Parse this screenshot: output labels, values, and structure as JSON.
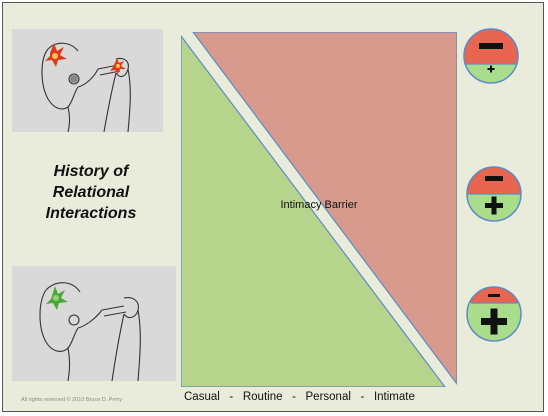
{
  "title": "History of\nRelational\nInteractions",
  "diagram": {
    "barrier_label": "Intimacy Barrier",
    "axis_labels": [
      "Casual",
      "Routine",
      "Personal",
      "Intimate"
    ],
    "axis_separator": "-"
  },
  "copyright": "All rights reserved © 2010 Bruce D. Perry",
  "colors": {
    "background": "#e9ecdb",
    "barrier_red": "#d99a8e",
    "history_green": "#b7d48c",
    "edge_blue": "#5b8bc6",
    "badge_red": "#e8664f",
    "badge_green": "#a9dd8c"
  },
  "badges": [
    {
      "name": "large-minus-small-plus",
      "top_sign": "−",
      "bottom_sign": "+"
    },
    {
      "name": "balanced-minus-plus",
      "top_sign": "−",
      "bottom_sign": "+"
    },
    {
      "name": "small-minus-large-plus",
      "top_sign": "−",
      "bottom_sign": "+"
    }
  ],
  "icons": {
    "top_panel": "head-pain-stimulus-illustration",
    "bottom_panel": "head-positive-stimulus-illustration"
  }
}
